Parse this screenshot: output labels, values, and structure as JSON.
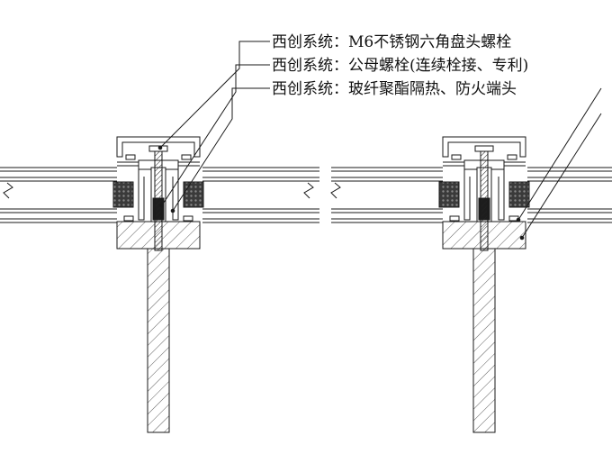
{
  "labels": {
    "bolt": "西创系统：M6不锈钢六角盘头螺栓",
    "nut": "西创系统：公母螺栓(连续栓接、专利)",
    "insulation": "西创系统：玻纤聚酯隔热、防火端头"
  },
  "colors": {
    "line": "#1a1a1a",
    "gasket": "#3a3a3a",
    "rubber": "#222222",
    "paper": "#ffffff"
  }
}
